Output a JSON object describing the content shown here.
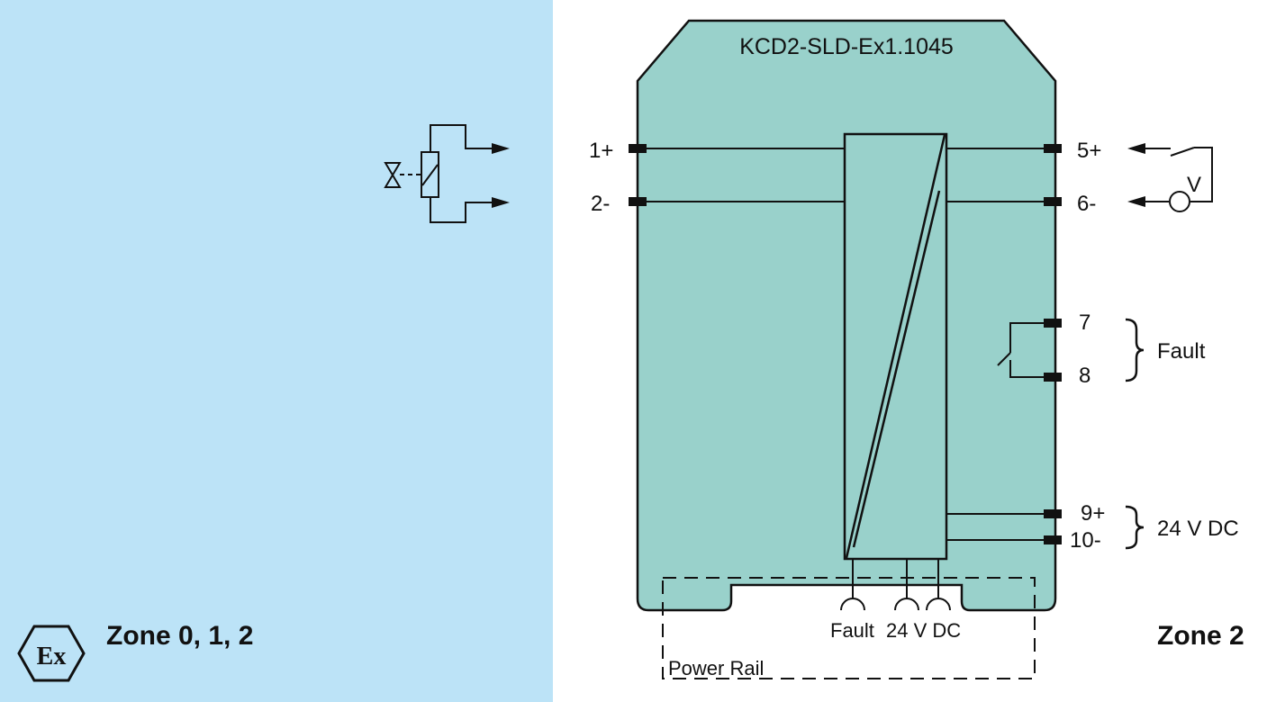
{
  "colors": {
    "hazardous_zone_bg": "#bce3f7",
    "module_fill": "#99d1cb",
    "line": "#111111"
  },
  "module": {
    "title": "KCD2-SLD-Ex1.1045"
  },
  "terminals": {
    "t1": "1+",
    "t2": "2-",
    "t5": "5+",
    "t6": "6-",
    "t7": "7",
    "t8": "8",
    "t9": "9+",
    "t10": "10-"
  },
  "groups": {
    "fault": "Fault",
    "supply": "24 V DC"
  },
  "voltage_source_label": "V",
  "power_rail": {
    "label": "Power Rail",
    "fault_label": "Fault",
    "supply_label": "24 V DC"
  },
  "zones": {
    "hazardous": "Zone 0, 1, 2",
    "safe": "Zone 2",
    "ex_mark": "Ex"
  },
  "icons": {
    "field_device": "solenoid-valve-icon",
    "ex_logo": "ex-hexagon-icon",
    "switch": "switch-contact-icon",
    "source": "voltage-source-icon"
  }
}
